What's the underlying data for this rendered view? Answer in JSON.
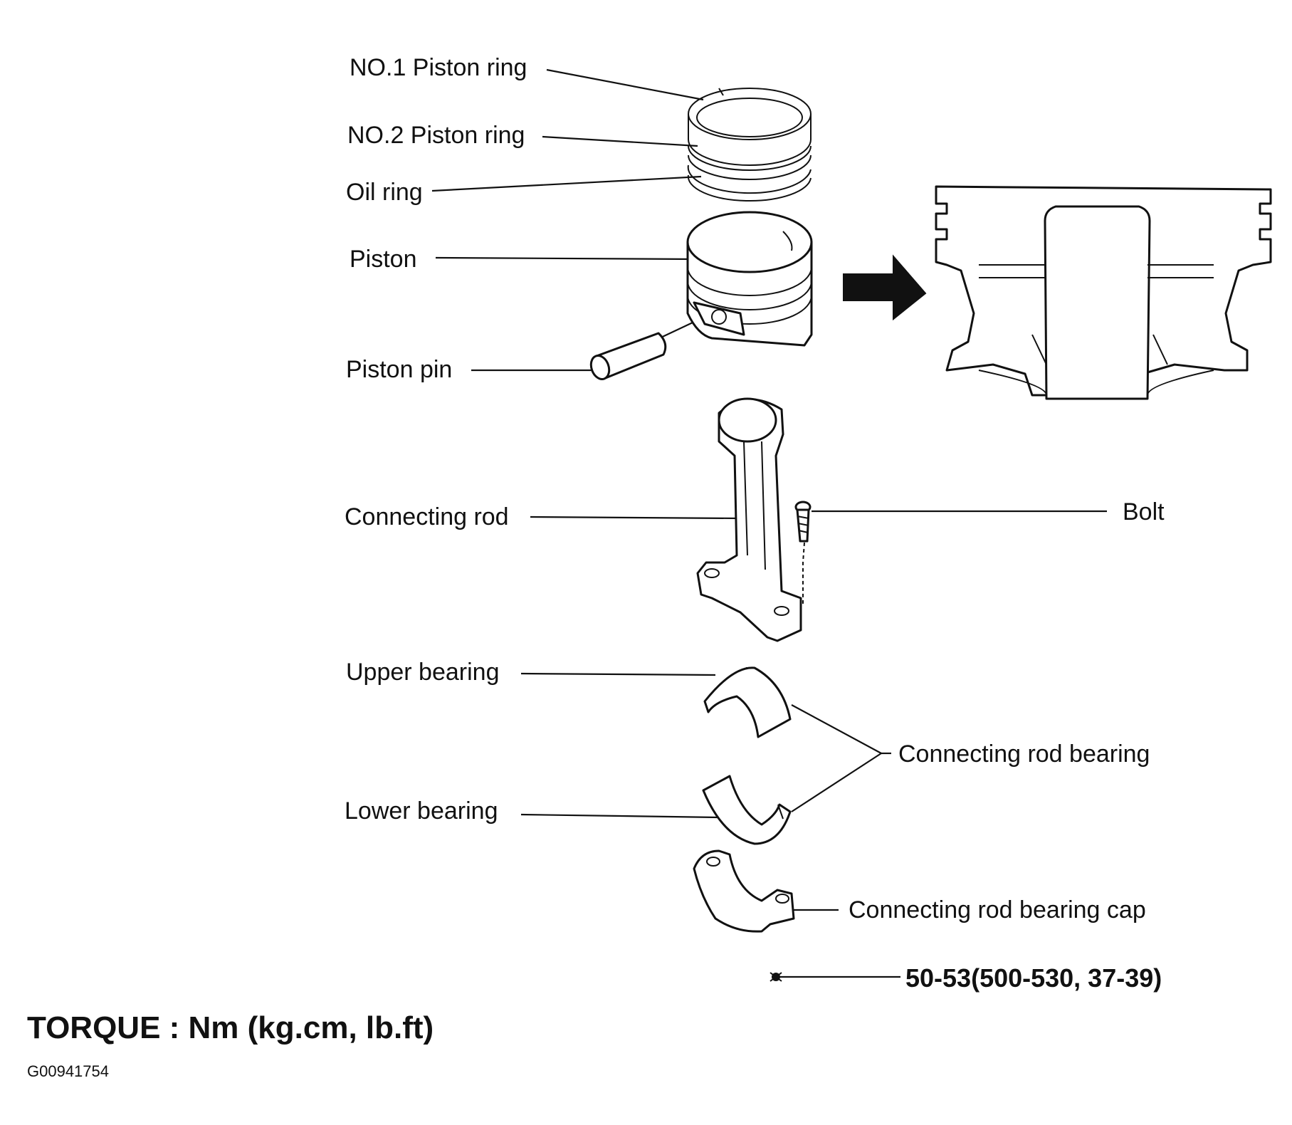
{
  "labels": {
    "ring1": "NO.1 Piston ring",
    "ring2": "NO.2 Piston ring",
    "oil_ring": "Oil ring",
    "piston": "Piston",
    "piston_pin": "Piston pin",
    "connecting_rod": "Connecting rod",
    "bolt": "Bolt",
    "upper_bearing": "Upper bearing",
    "lower_bearing": "Lower bearing",
    "rod_bearing": "Connecting rod bearing",
    "bearing_cap": "Connecting rod bearing cap",
    "torque_value": "50-53(500-530, 37-39)"
  },
  "footer": {
    "torque_units": "TORQUE : Nm (kg.cm, lb.ft)",
    "figure_code": "G00941754"
  }
}
